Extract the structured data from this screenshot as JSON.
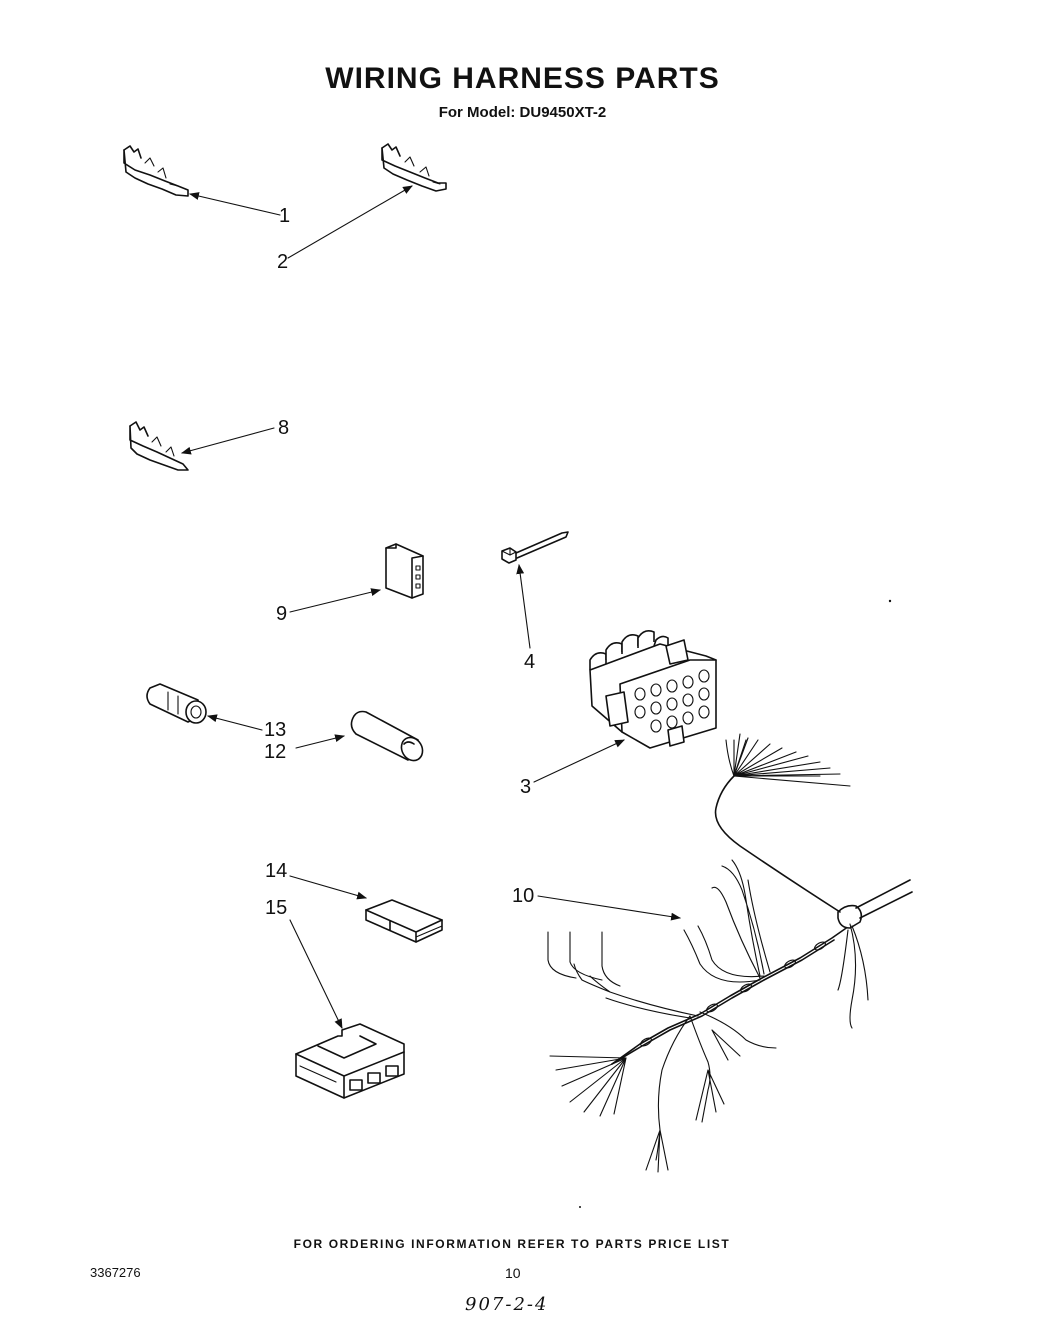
{
  "title": "WIRING HARNESS PARTS",
  "subtitle": "For Model: DU9450XT-2",
  "callouts": {
    "c1": "1",
    "c2": "2",
    "c3": "3",
    "c4": "4",
    "c8": "8",
    "c9": "9",
    "c10": "10",
    "c12": "12",
    "c13": "13",
    "c14": "14",
    "c15": "15"
  },
  "footer": {
    "ordering_note": "FOR ORDERING INFORMATION REFER TO PARTS PRICE LIST",
    "doc_number": "3367276",
    "page_number": "10",
    "handwritten": "907-2-4"
  }
}
